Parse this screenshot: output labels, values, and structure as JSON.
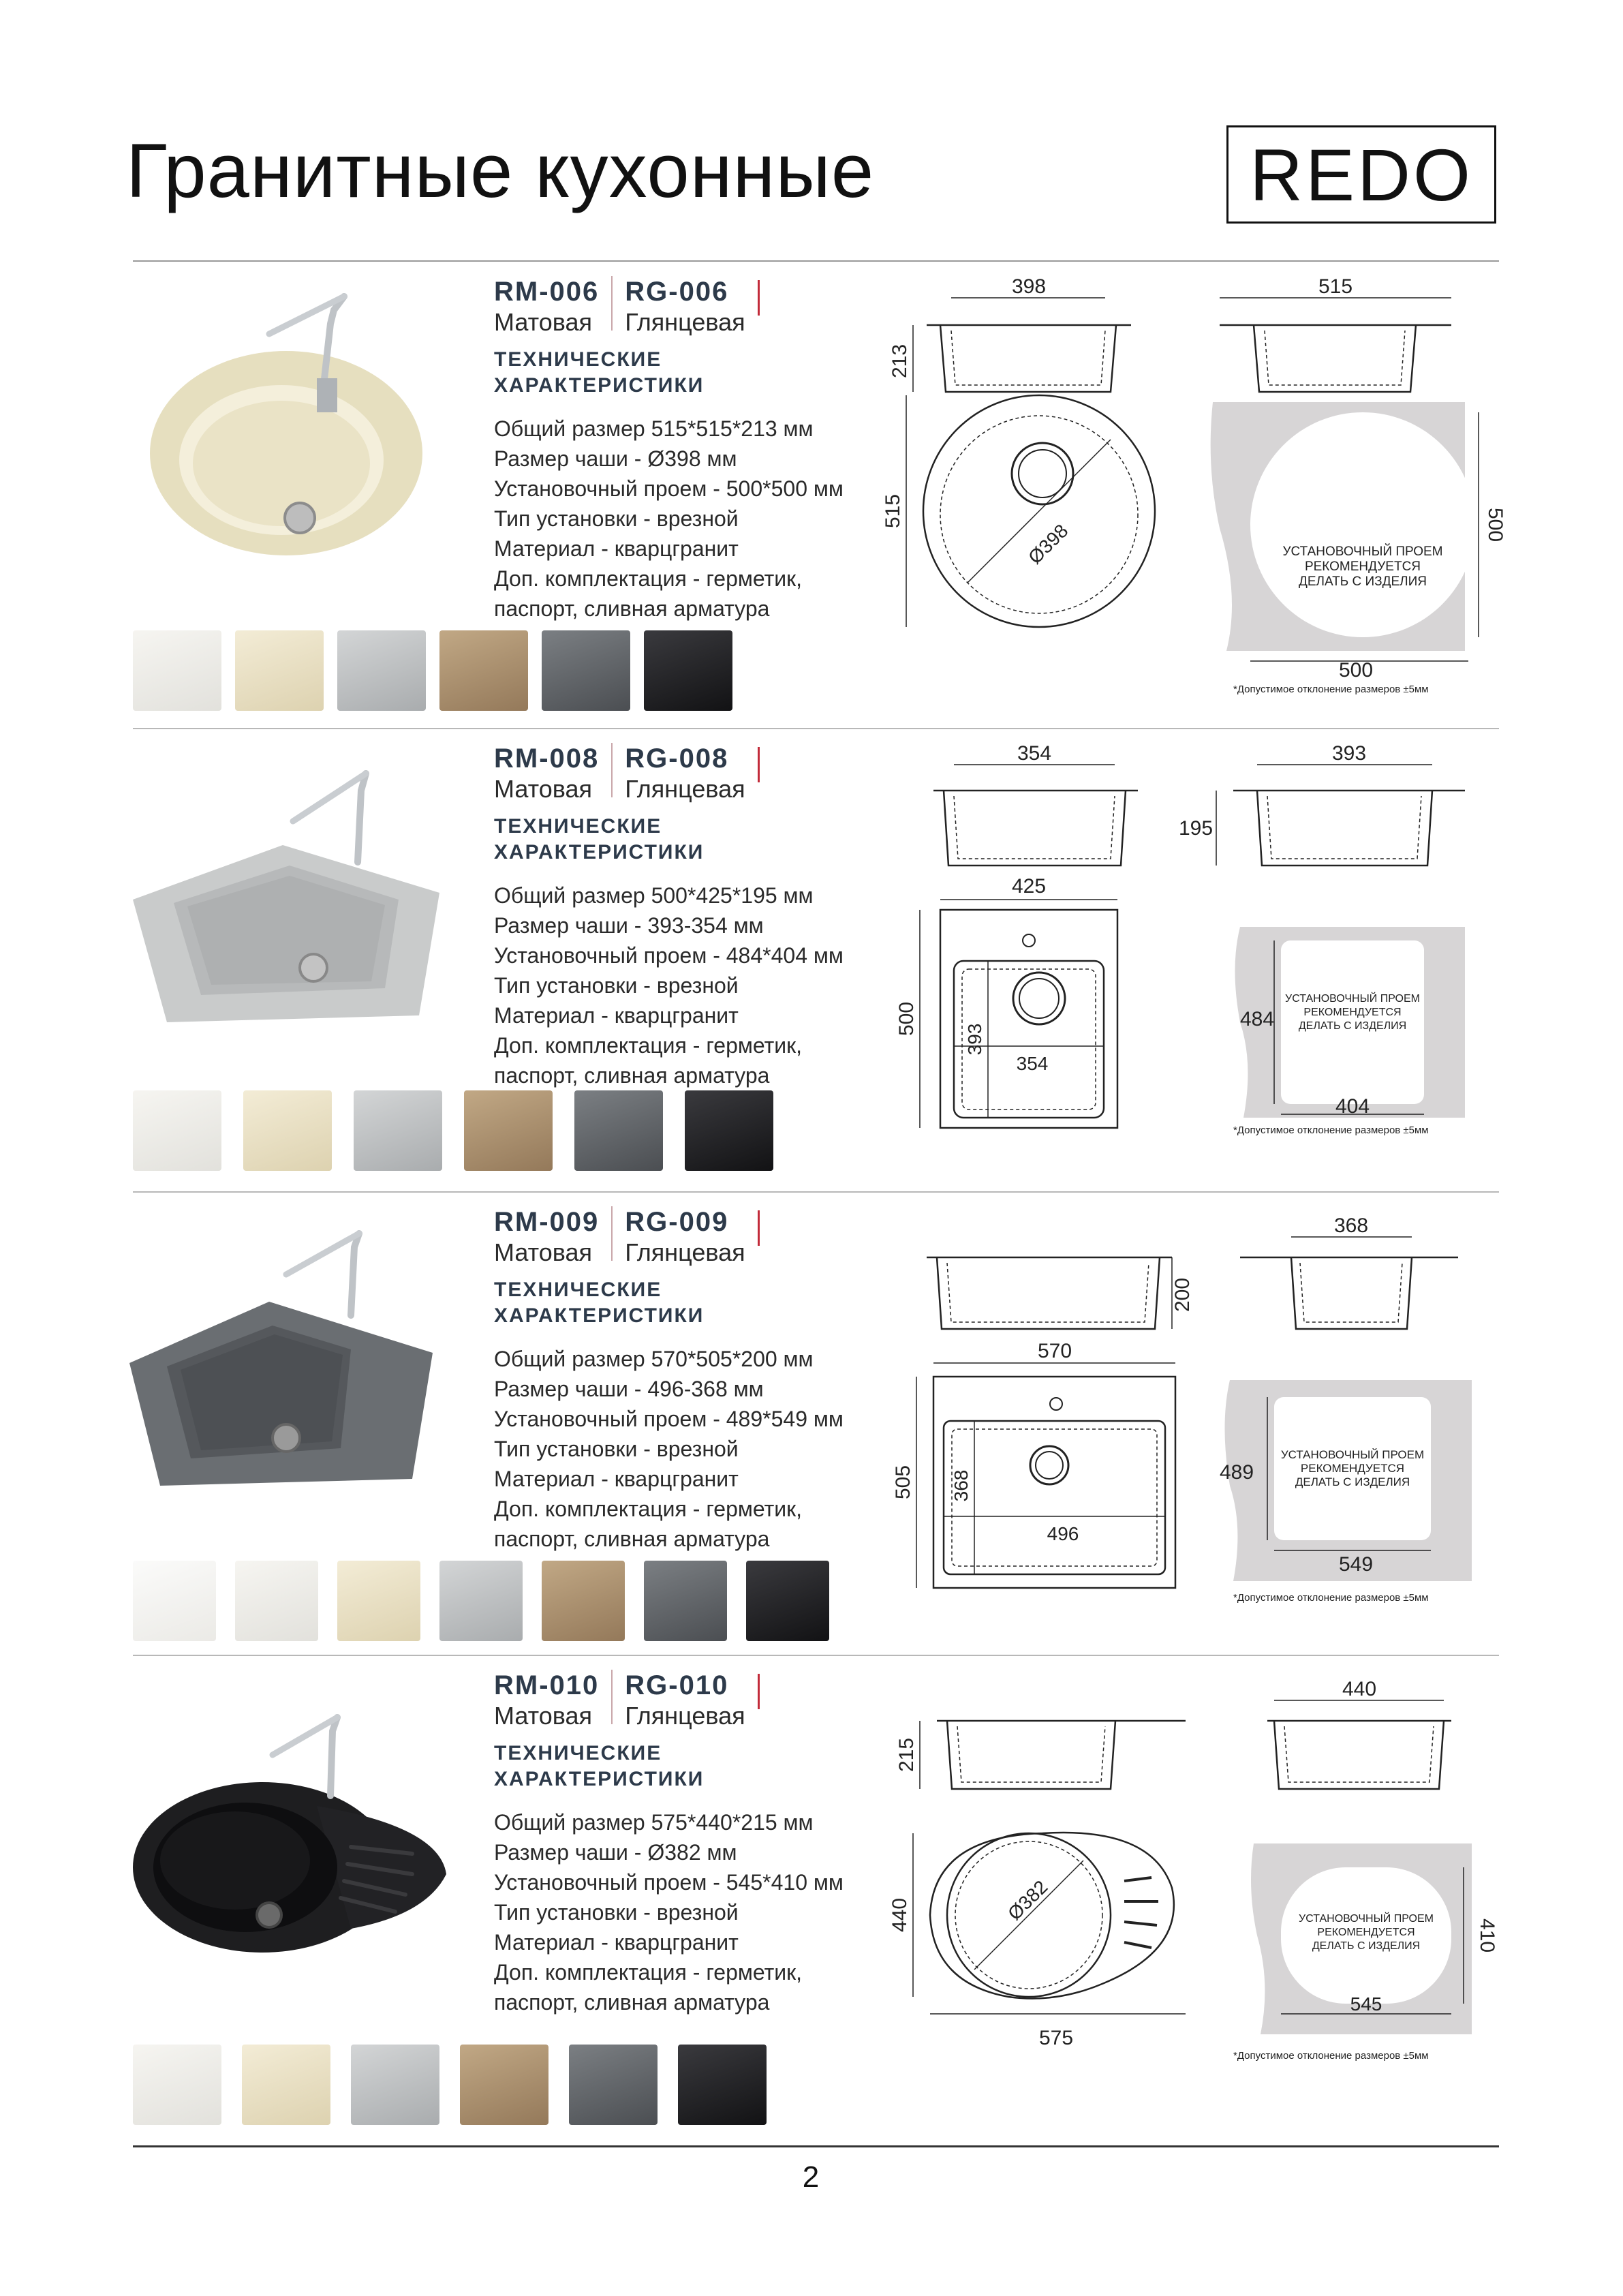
{
  "header": {
    "title": "Гранитные кухонные",
    "logo": "REDO"
  },
  "sections": [
    {
      "matte_code": "RM-006",
      "glossy_code": "RG-006",
      "matte_label": "Матовая",
      "glossy_label": "Глянцевая",
      "tech_title_1": "ТЕХНИЧЕСКИЕ",
      "tech_title_2": "ХАРАКТЕРИСТИКИ",
      "specs": [
        "Общий размер 515*515*213 мм",
        "Размер чаши - Ø398 мм",
        "Установочный проем - 500*500 мм",
        "Тип установки - врезной",
        "Материал - кварцгранит",
        "Доп. комплектация - герметик,",
        "паспорт, сливная арматура"
      ],
      "dims": {
        "side1_width": "398",
        "side_height": "213",
        "side2_width": "515",
        "top_size": "515",
        "bowl_diameter": "Ø398",
        "cutout_w": "500",
        "cutout_h": "500"
      },
      "cutout_note_1": "УСТАНОВОЧНЫЙ ПРОЕМ",
      "cutout_note_2": "РЕКОМЕНДУЕТСЯ",
      "cutout_note_3": "ДЕЛАТЬ С ИЗДЕЛИЯ",
      "tolerance": "*Допустимое отклонение размеров ±5мм",
      "colors": {
        "photo_body": "#ede6c8",
        "swatches": [
          "#ecebe6",
          "#e8dfc4",
          "#b9bcbd",
          "#a88f6e",
          "#5d6165",
          "#1f1f22"
        ]
      }
    },
    {
      "matte_code": "RM-008",
      "glossy_code": "RG-008",
      "matte_label": "Матовая",
      "glossy_label": "Глянцевая",
      "tech_title_1": "ТЕХНИЧЕСКИЕ",
      "tech_title_2": "ХАРАКТЕРИСТИКИ",
      "specs": [
        "Общий размер 500*425*195 мм",
        "Размер чаши - 393-354 мм",
        "Установочный проем - 484*404 мм",
        "Тип установки - врезной",
        "Материал - кварцгранит",
        "Доп. комплектация - герметик,",
        "паспорт, сливная арматура"
      ],
      "dims": {
        "side1_width": "354",
        "side_height": "195",
        "side2_width": "393",
        "top_width": "425",
        "top_height": "500",
        "bowl_w": "354",
        "bowl_h": "393",
        "cutout_w": "404",
        "cutout_h": "484"
      },
      "cutout_note_1": "УСТАНОВОЧНЫЙ ПРОЕМ",
      "cutout_note_2": "РЕКОМЕНДУЕТСЯ",
      "cutout_note_3": "ДЕЛАТЬ С ИЗДЕЛИЯ",
      "tolerance": "*Допустимое отклонение размеров ±5мм",
      "colors": {
        "photo_body": "#cfd1d0",
        "swatches": [
          "#ecebe6",
          "#e8dfc4",
          "#b9bcbd",
          "#a88f6e",
          "#5d6165",
          "#1f1f22"
        ]
      }
    },
    {
      "matte_code": "RM-009",
      "glossy_code": "RG-009",
      "matte_label": "Матовая",
      "glossy_label": "Глянцевая",
      "tech_title_1": "ТЕХНИЧЕСКИЕ",
      "tech_title_2": "ХАРАКТЕРИСТИКИ",
      "specs": [
        "Общий размер 570*505*200 мм",
        "Размер чаши -  496-368 мм",
        "Установочный проем - 489*549 мм",
        "Тип установки - врезной",
        "Материал - кварцгранит",
        "Доп. комплектация - герметик,",
        "паспорт, сливная арматура"
      ],
      "dims": {
        "side_height": "200",
        "side2_width": "368",
        "top_width": "570",
        "top_height": "505",
        "bowl_w": "496",
        "bowl_h": "368",
        "cutout_w": "549",
        "cutout_h": "489"
      },
      "cutout_note_1": "УСТАНОВОЧНЫЙ ПРОЕМ",
      "cutout_note_2": "РЕКОМЕНДУЕТСЯ",
      "cutout_note_3": "ДЕЛАТЬ С ИЗДЕЛИЯ",
      "tolerance": "*Допустимое отклонение размеров ±5мм",
      "colors": {
        "photo_body": "#6c7074",
        "swatches": [
          "#f1f0ec",
          "#ecebe6",
          "#e8dfc4",
          "#b9bcbd",
          "#a88f6e",
          "#5d6165",
          "#1f1f22"
        ]
      }
    },
    {
      "matte_code": "RM-010",
      "glossy_code": "RG-010",
      "matte_label": "Матовая",
      "glossy_label": "Глянцевая",
      "tech_title_1": "ТЕХНИЧЕСКИЕ",
      "tech_title_2": "ХАРАКТЕРИСТИКИ",
      "specs": [
        "Общий размер 575*440*215 мм",
        "Размер чаши - Ø382 мм",
        "Установочный проем - 545*410 мм",
        "Тип установки - врезной",
        "Материал - кварцгранит",
        "Доп. комплектация - герметик,",
        "паспорт, сливная арматура"
      ],
      "dims": {
        "side_height": "215",
        "side2_width": "440",
        "top_width": "575",
        "top_height": "440",
        "bowl_diameter": "Ø382",
        "cutout_w": "545",
        "cutout_h": "410"
      },
      "cutout_note_1": "УСТАНОВОЧНЫЙ ПРОЕМ",
      "cutout_note_2": "РЕКОМЕНДУЕТСЯ",
      "cutout_note_3": "ДЕЛАТЬ С ИЗДЕЛИЯ",
      "tolerance": "*Допустимое отклонение размеров ±5мм",
      "colors": {
        "photo_body": "#1c1c1e",
        "swatches": [
          "#ecebe6",
          "#e8dfc4",
          "#b9bcbd",
          "#a88f6e",
          "#5d6165",
          "#1f1f22"
        ]
      }
    }
  ],
  "page_number": "2",
  "colors": {
    "cutout_gray": "#d7d5d6",
    "code_color": "#2d3a4a",
    "accent_red": "#c22b3a"
  }
}
